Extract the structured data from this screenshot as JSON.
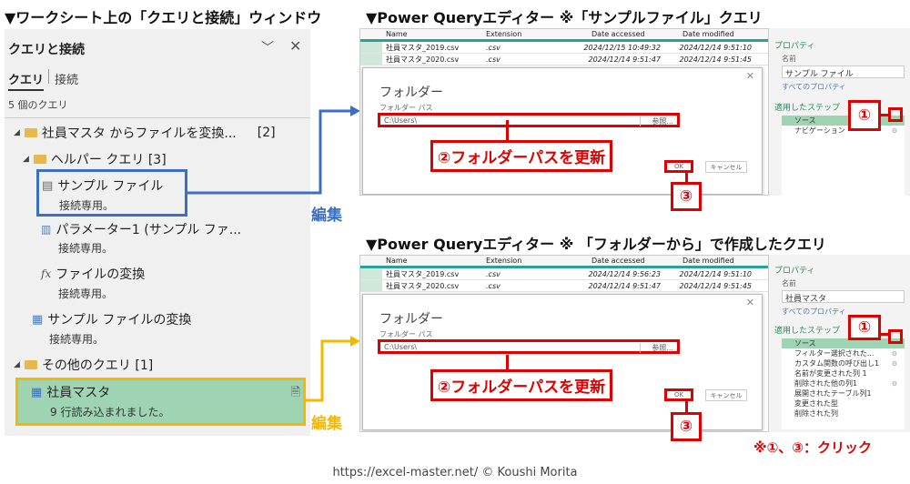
{
  "left_title": "▼ワークシート上の「クエリと接続」ウィンドウ",
  "pane": {
    "title": "クエリと接続",
    "tab_queries": "クエリ",
    "tab_connections": "接続",
    "count": "5 個のクエリ",
    "group1": {
      "label": "社員マスタ からファイルを変換...",
      "count": "[2]"
    },
    "group_helper": {
      "label": "ヘルパー クエリ [3]"
    },
    "items": [
      {
        "name": "サンプル ファイル",
        "status": "接続専用。"
      },
      {
        "name": "パラメーター1 (サンプル ファ...",
        "status": "接続専用。"
      },
      {
        "name": "ファイルの変換",
        "status": "接続専用。"
      },
      {
        "name": "サンプル ファイルの変換",
        "status": "接続専用。"
      }
    ],
    "group_other": {
      "label": "その他のクエリ [1]"
    },
    "main_item": {
      "name": "社員マスタ",
      "status": "9 行読み込まれました。"
    },
    "fx": "fx"
  },
  "edit_label": "編集",
  "editor1": {
    "title": "▼Power Queryエディター ※「サンプルファイル」クエリ",
    "columns": [
      "Name",
      "Extension",
      "Date accessed",
      "Date modified"
    ],
    "rows": [
      [
        "社員マスタ_2019.csv",
        ".csv",
        "2024/12/15 10:49:32",
        "2024/12/14 9:51:10"
      ],
      [
        "社員マスタ_2020.csv",
        ".csv",
        "2024/12/14 9:51:47",
        "2024/12/14 9:51:45"
      ]
    ],
    "dialog": {
      "title": "フォルダー",
      "path_label": "フォルダー パス",
      "path_value": "C:\\Users\\",
      "browse": "参照...",
      "ok": "OK",
      "cancel": "キャンセル"
    },
    "props": {
      "header": "プロパティ",
      "name_label": "名前",
      "name_value": "サンプル ファイル",
      "all_props": "すべてのプロパティ",
      "steps_header": "適用したステップ",
      "steps": [
        "ソース",
        "ナビゲーション"
      ]
    }
  },
  "editor2": {
    "title": "▼Power Queryエディター ※ 「フォルダーから」で作成したクエリ",
    "columns": [
      "Name",
      "Extension",
      "Date accessed",
      "Date modified"
    ],
    "rows": [
      [
        "社員マスタ_2019.csv",
        ".csv",
        "2024/12/14 9:56:23",
        "2024/12/14 9:51:10"
      ],
      [
        "社員マスタ_2020.csv",
        ".csv",
        "2024/12/14 9:51:47",
        "2024/12/14 9:51:45"
      ]
    ],
    "dialog": {
      "title": "フォルダー",
      "path_label": "フォルダー パス",
      "path_value": "C:\\Users\\",
      "browse": "参照...",
      "ok": "OK",
      "cancel": "キャンセル"
    },
    "props": {
      "header": "プロパティ",
      "name_label": "名前",
      "name_value": "社員マスタ",
      "all_props": "すべてのプロパティ",
      "steps_header": "適用したステップ",
      "steps": [
        "ソース",
        "フィルター選択された...",
        "カスタム関数の呼び出し1",
        "名前が変更された列 1",
        "削除された他の列1",
        "展開されたテーブル列1",
        "変更された型",
        "削除された列"
      ]
    }
  },
  "callouts": {
    "step1": "①",
    "step2": "②フォルダーパスを更新",
    "step3": "③",
    "note": "※①、③：クリック"
  },
  "footer": "https://excel-master.net/  © Koushi Morita",
  "colors": {
    "red": "#e00000",
    "blue": "#3b6fc4",
    "orange": "#f5b800",
    "green": "#9fd4b3"
  }
}
